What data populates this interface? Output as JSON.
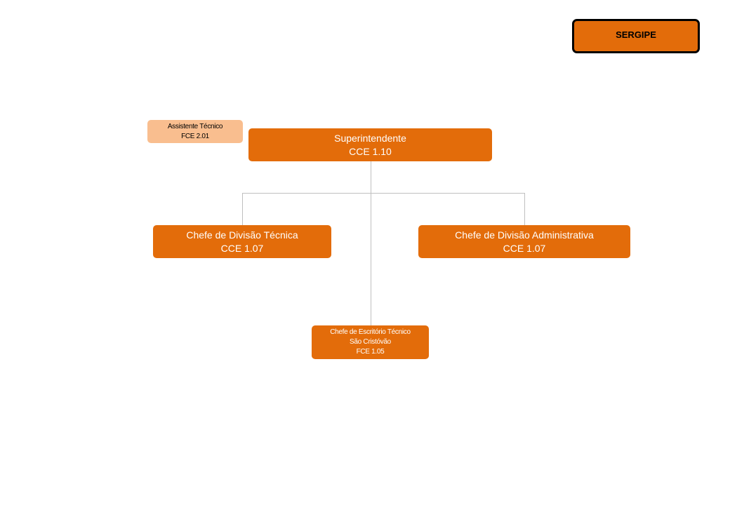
{
  "state_label": "SERGIPE",
  "assistant": {
    "title": "Assistente Técnico",
    "code": "FCE 2.01"
  },
  "superintendent": {
    "title": "Superintendente",
    "code": "CCE 1.10"
  },
  "division_technical": {
    "title": "Chefe de Divisão Técnica",
    "code": "CCE 1.07"
  },
  "division_admin": {
    "title": "Chefe de Divisão Administrativa",
    "code": "CCE 1.07"
  },
  "technical_office": {
    "title": "Chefe de Escritório Técnico",
    "location": "São Cristóvão",
    "code": "FCE 1.05"
  },
  "colors": {
    "box_fill": "#e36c0a",
    "assistant_fill": "#f9be8f",
    "connector": "#bfbfbf",
    "badge_border": "#000000"
  }
}
